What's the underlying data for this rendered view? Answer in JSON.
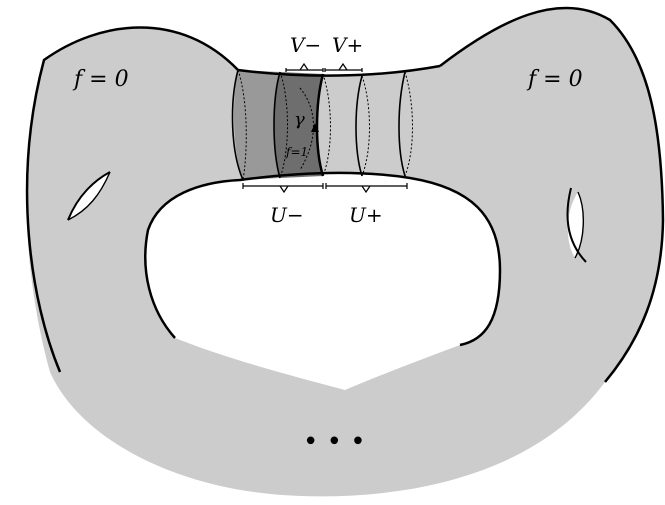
{
  "labels": {
    "f_left": "f = 0",
    "f_right": "f = 0",
    "gamma": "γ",
    "f_one": "f=1",
    "v_minus": "V−",
    "v_plus": "V+",
    "u_minus": "U−",
    "u_plus": "U+",
    "ellipsis": "• • •"
  },
  "colors": {
    "surface": "#cccccc",
    "v_minus_band": "#999999",
    "support_region": "#6e6e6e",
    "outline": "#000000",
    "background": "#ffffff"
  }
}
